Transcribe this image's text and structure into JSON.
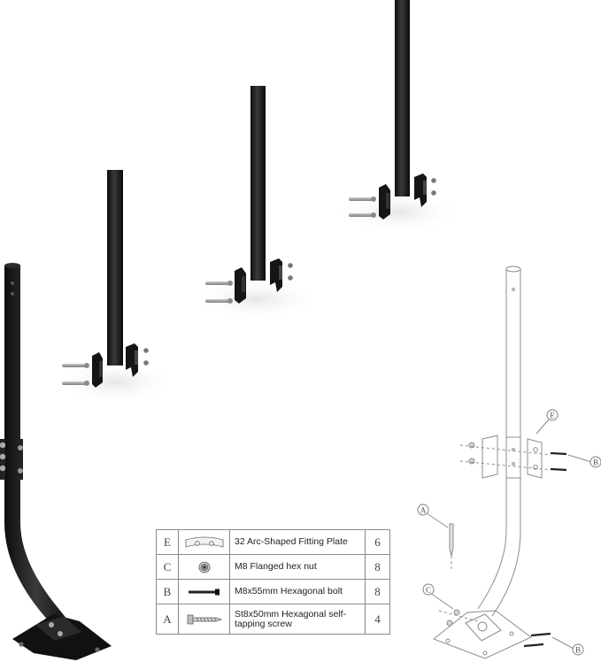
{
  "parts_table": [
    {
      "letter": "E",
      "icon": "arc-fitting-plate-icon",
      "description": "32 Arc-Shaped Fitting Plate",
      "qty": "6"
    },
    {
      "letter": "C",
      "icon": "flanged-hex-nut-icon",
      "description": "M8 Flanged hex nut",
      "qty": "8"
    },
    {
      "letter": "B",
      "icon": "hexagonal-bolt-icon",
      "description": "M8x55mm Hexagonal bolt",
      "qty": "8"
    },
    {
      "letter": "A",
      "icon": "self-tapping-screw-icon",
      "description": "St8x50mm Hexagonal self-tapping screw",
      "qty": "4"
    }
  ],
  "diagram_callouts": {
    "plate": "E",
    "bolt_upper": "B",
    "lag_screw": "A",
    "nut": "C",
    "bolt_lower": "B"
  },
  "colors": {
    "mast": "#1c1c1c",
    "bolt": "#9a9a9a",
    "line_drawing": "#8c8c8c",
    "table_border": "#8a8a8a"
  }
}
